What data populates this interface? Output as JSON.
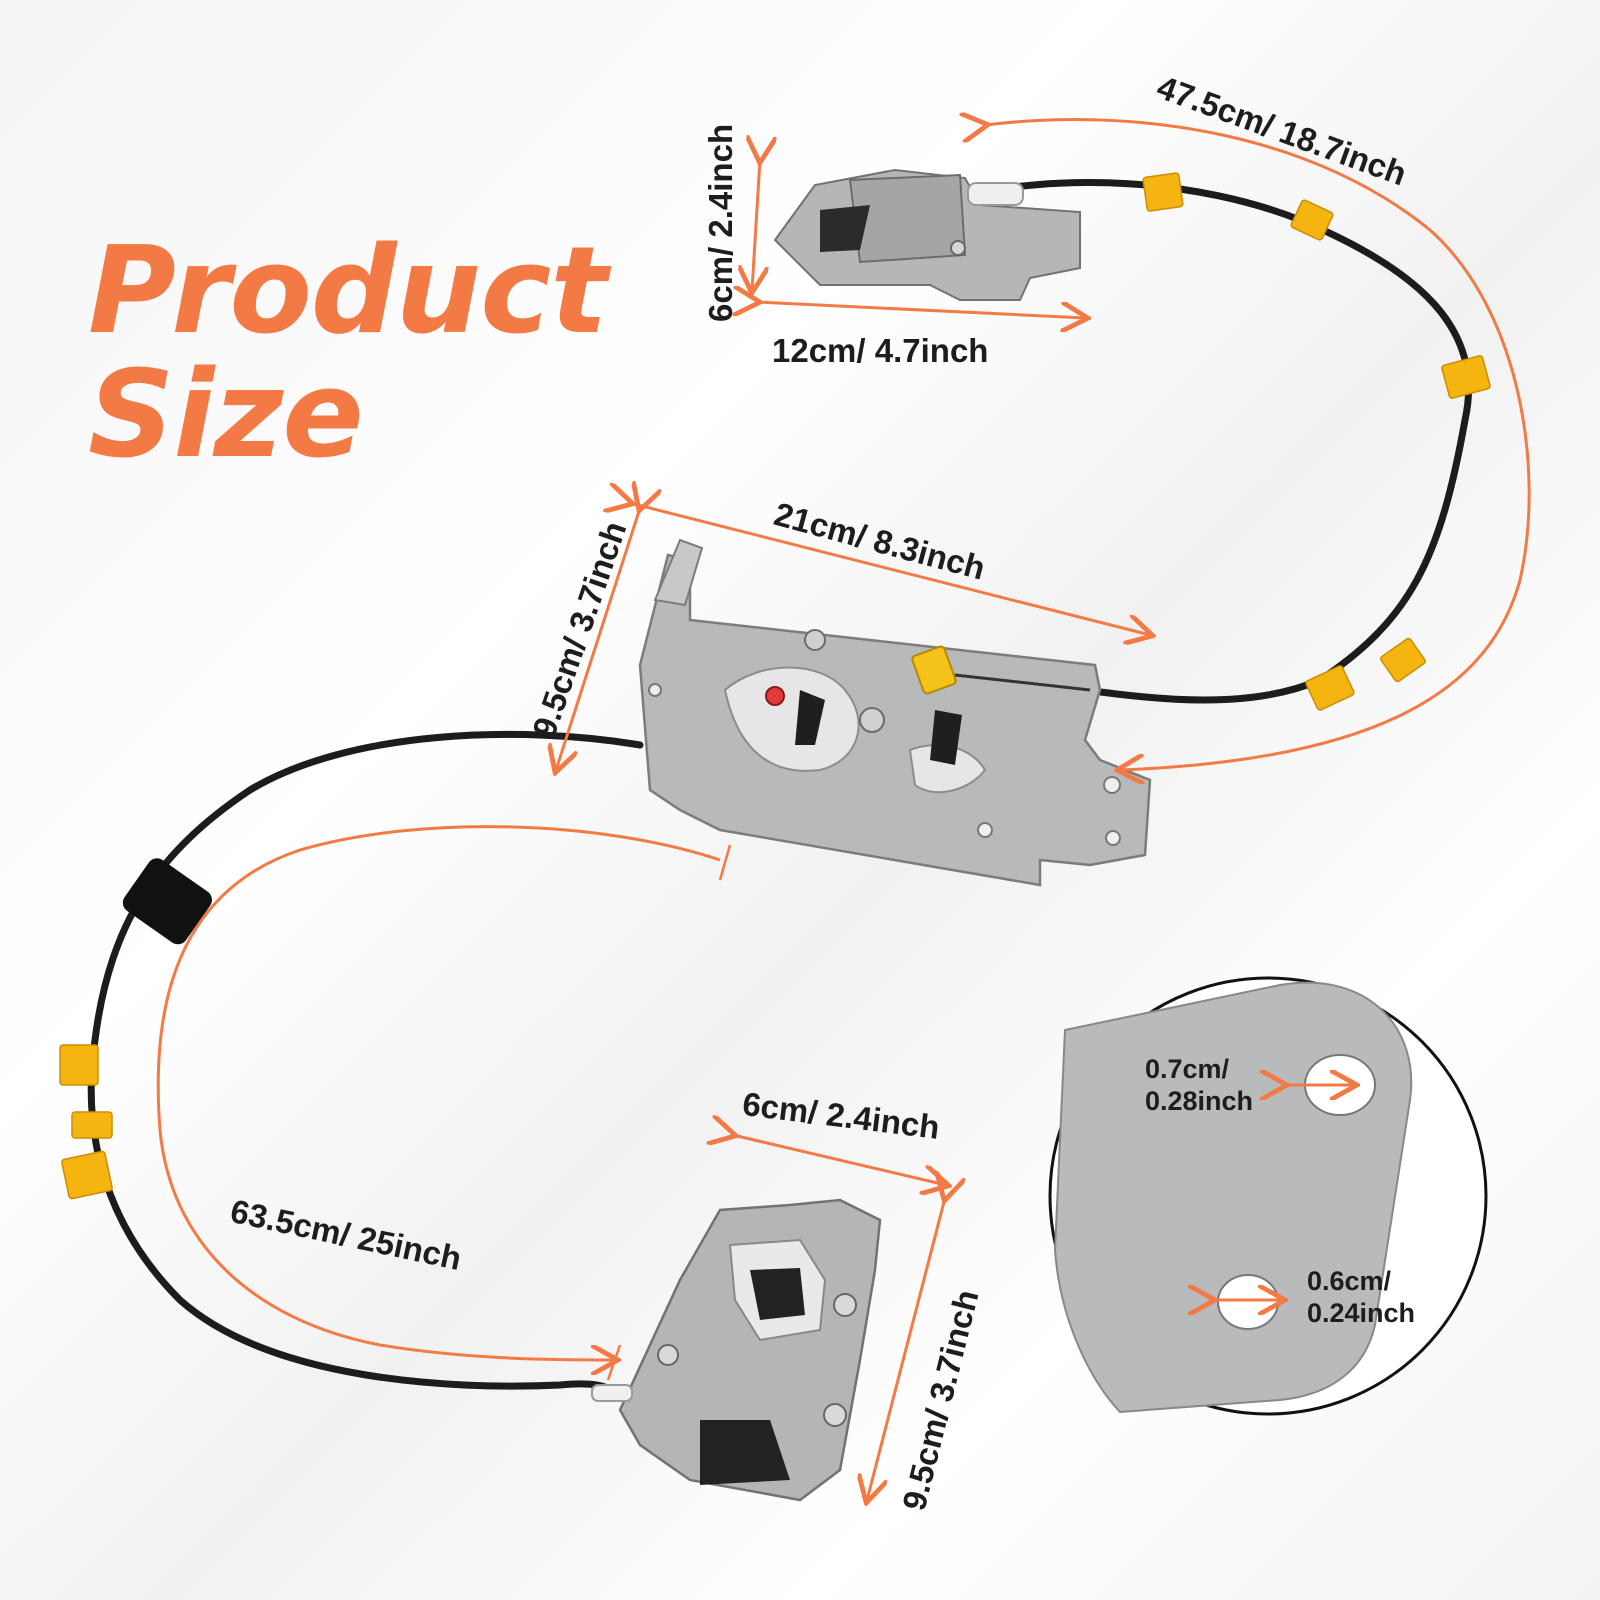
{
  "title": {
    "line1": "Product",
    "line2": "Size"
  },
  "colors": {
    "accent": "#f47a45",
    "cable": "#1c1c1c",
    "metal": "#b4b6b8",
    "clip": "#f5b40f"
  },
  "dimensions": {
    "top_latch_height": "6cm/ 2.4inch",
    "top_latch_width": "12cm/ 4.7inch",
    "top_cable_length": "47.5cm/ 18.7inch",
    "main_plate_width": "21cm/ 8.3inch",
    "main_plate_height": "9.5cm/ 3.7inch",
    "bottom_cable_length": "63.5cm/ 25inch",
    "bottom_latch_width": "6cm/ 2.4inch",
    "bottom_latch_height": "9.5cm/ 3.7inch"
  },
  "detail": {
    "hole_large_line1": "0.7cm/",
    "hole_large_line2": "0.28inch",
    "hole_small_line1": "0.6cm/",
    "hole_small_line2": "0.24inch"
  }
}
